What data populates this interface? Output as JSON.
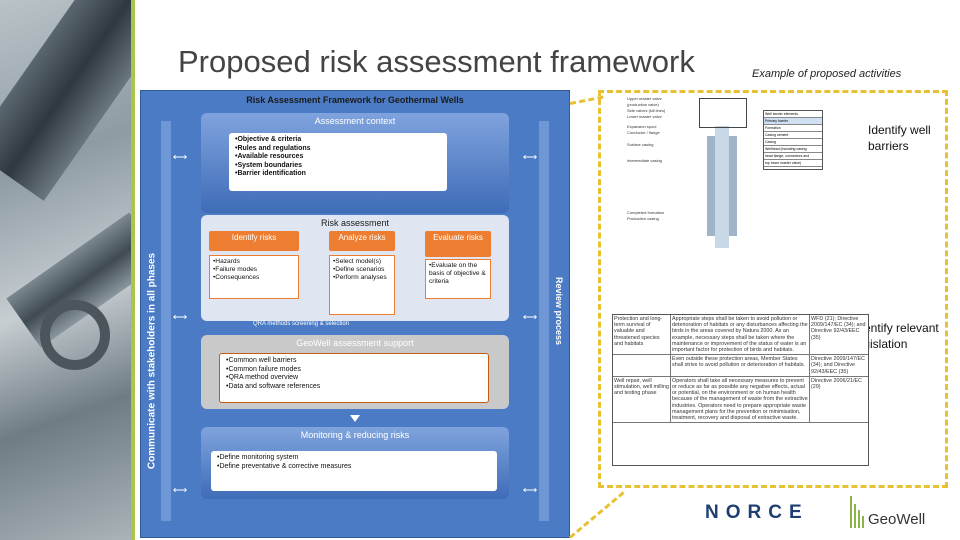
{
  "slide": {
    "title": "Proposed risk assessment framework",
    "example_label": "Example of proposed activities",
    "identify_barriers": "Identify well barriers",
    "identify_legislation": "Identify relevant legislation"
  },
  "framework": {
    "title": "Risk Assessment Framework for Geothermal Wells",
    "left_side_label": "Communicate with stakeholders in all phases",
    "right_side_label": "Review process",
    "context": {
      "heading": "Assessment context",
      "items": [
        "•Objective & criteria",
        "•Rules and regulations",
        "•Available resources",
        "•System boundaries",
        "•Barrier identification"
      ]
    },
    "risk_assessment": {
      "heading": "Risk assessment",
      "identify": {
        "heading": "Identify risks",
        "items": [
          "•Hazards",
          "•Failure modes",
          "•Consequences"
        ]
      },
      "analyze": {
        "heading": "Analyze risks",
        "items": [
          "•Select model(s)",
          "•Define scenarios",
          "•Perform analyses"
        ]
      },
      "evaluate": {
        "heading": "Evaluate risks",
        "items": [
          "•Evaluate on the basis of objective & criteria"
        ]
      }
    },
    "qra_label": "QRA methods screening & selection",
    "support": {
      "heading": "GeoWell assessment support",
      "items": [
        "•Common well barriers",
        "•Common failure modes",
        "•QRA method overview",
        "•Data and software references"
      ]
    },
    "monitoring": {
      "heading": "Monitoring & reducing risks",
      "items": [
        "•Define monitoring system",
        "•Define preventative & corrective measures"
      ]
    }
  },
  "well_diagram": {
    "left_labels": [
      "Upper master valve",
      "(production valve)",
      "Side valves (kill lines)",
      "Lower master valve",
      "Expansion spool",
      "Conductor / flange",
      "Surface casing",
      "Intermediate casing",
      "Completed formation",
      "Production casing"
    ],
    "table": [
      "Well barrier elements",
      "Primary barrier",
      "Formation",
      "Casing cement",
      "Casing",
      "Wellhead (including casing",
      "head flange, connectors and",
      "top lower master valve)"
    ]
  },
  "legislation": {
    "rows": [
      {
        "c1": "Protection and long-term survival of valuable and threatened species and habitats",
        "c2": "Appropriate steps shall be taken to avoid pollution or deterioration of habitats or any disturbances affecting the birds in the areas covered by Natura 2000. As an example, necessary steps shall be taken where the maintenance or improvement of the status of water is an important factor for protection of birds and habitats.",
        "c3": "WFD (21); Directive 2009/147/EC (34); and Directive 92/43/EEC (35)"
      },
      {
        "c1": "",
        "c2": "Even outside these protection areas, Member States shall strive to avoid pollution or deterioration of habitats.",
        "c3": "Directive 2009/147/EC (34); and Directive 92/43/EEC (35)"
      },
      {
        "c1": "Well repair, well stimulation, well milling and testing phase",
        "c2": "Operators shall take all necessary measures to prevent or reduce as far as possible any negative effects, actual or potential, on the environment or on human health because of the management of waste from the extractive industries. Operators need to prepare appropriate waste management plans for the prevention or minimisation, treatment, recovery and disposal of extractive waste.",
        "c3": "Directive 2006/21/EC (29)"
      }
    ]
  },
  "logos": {
    "norce": "NORCE",
    "geowell": "GeoWell"
  },
  "colors": {
    "framework_blue": "#4a7bc4",
    "orange": "#ed7d31",
    "callout_yellow": "#e7c132",
    "accent_green": "#a8c64a"
  }
}
